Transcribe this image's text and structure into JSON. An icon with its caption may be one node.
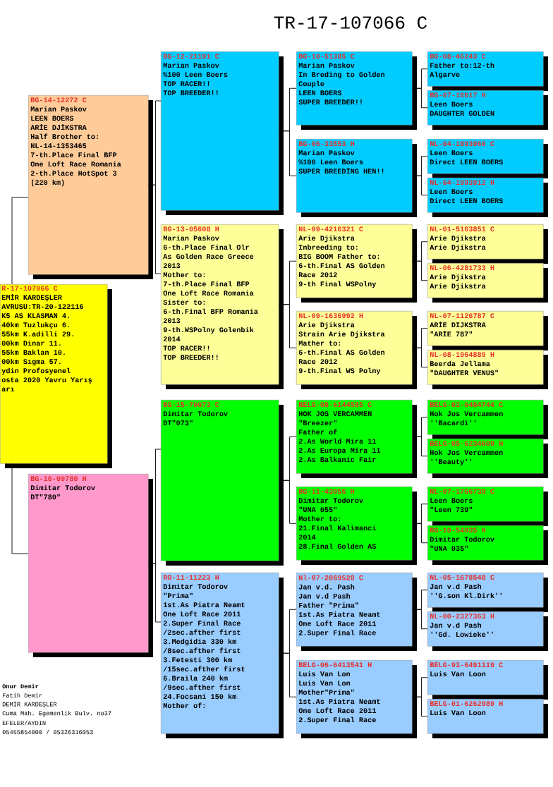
{
  "diagram": {
    "title": "TR-17-107066 C",
    "nodes": [
      {
        "text": [
          "R-17-107066 C",
          "EMİR KARDEŞLER",
          "AVRUSU:TR-20-122116",
          "K5 AS KLASMAN 4.",
          "40km Tuzlukçu 6.",
          "55km K.adilli 29.",
          "00km Dinar 11.",
          "55km Baklan 10.",
          "00km Sıgma 57.",
          "ydin Profosyenel",
          "osta 2020 Yavru Yarış",
          "arı"
        ]
      },
      {
        "text": [
          "BG-14-12272 C",
          "Marian Paskov",
          "LEEN BOERS",
          "ARİE DJİKSTRA",
          "Half Brother to:",
          "NL-14-1353465",
          "7-th.Place Final BFP",
          "One Loft Race Romania",
          "2-th.Place HotSpot 3",
          "(220 km)"
        ]
      },
      {
        "text": [
          "BG-16-09780 H",
          "Dimitar Todorov",
          "DT\"780\""
        ]
      },
      {
        "text": [
          "BG-12-21191 C",
          "Marian Paskov",
          "%100 Leen Boers",
          "TOP RACER!!",
          "TOP BREEDER!!"
        ]
      },
      {
        "text": [
          "BG-13-05608 H",
          "Marian Paskov",
          "6-th.Place Final Olr",
          "As Golden Race Greece",
          "2013",
          "Mother to:",
          "7-th.Place Final BFP",
          "One Loft Race Romania",
          "Sister to:",
          "6-th.Final BFP Romania",
          "2013",
          "9-th.WSPolny Golenbik",
          "2014",
          "TOP RACER!!",
          "TOP BREEDER!!"
        ]
      },
      {
        "text": [
          "BG-15-70073 C",
          "Dimitar Todorov",
          "DT\"073\""
        ]
      },
      {
        "text": [
          "RO-11-11223 H",
          "Dimitar Todorov",
          "\"Prima\"",
          "1st.As Piatra Neamt",
          "One Loft Race 2011",
          "2.Super Final Race",
          "/2sec.afther first",
          "3.Medgidia 330 km",
          "/8sec.afther first",
          "3.Fetesti 300 km",
          "/15sec.afther first",
          "6.Braila 240 km",
          "/9sec.afther first",
          "24.Focsani 150 km",
          "Mother of:"
        ]
      },
      {
        "text": [
          "BG-10-51385 C",
          "Marian Paskov",
          "In Breding to Golden",
          "Couple",
          "LEEN BOERS",
          "SUPER BREEDER!!"
        ]
      },
      {
        "text": [
          "BG-06-33553 H",
          "Marian Paskov",
          "%100 Leen Boers",
          "SUPER BREEDİNG HEN!!"
        ]
      },
      {
        "text": [
          "NL-09-4216321 C",
          "Arie Djikstra",
          "Inbreeding to:",
          "BIG BOOM Father to:",
          "6-th.Final AS Golden",
          "Race 2012",
          "9-th Final WSPolny"
        ]
      },
      {
        "text": [
          "NL-09-1636992 H",
          "Arie Djikstra",
          "Strain Arie Djikstra",
          "Mather to:",
          "6-th.Final AS Golden",
          "Race 2012",
          "9-th.Final WS Polny"
        ]
      },
      {
        "text": [
          "BELG-08-6144585 C",
          "HOK JOS VERCAMMEN",
          "\"Breezer\"",
          "Father of",
          "2.As World Mira 11",
          "2.As Europa Mira 11",
          "2.As Balkanic Fair"
        ]
      },
      {
        "text": [
          "BG-11-43055 H",
          "Dimitar Todorov",
          "\"UNA 055\"",
          "Mother to:",
          "21.Final Kalimanci",
          "2014",
          "28.Final Golden AS"
        ]
      },
      {
        "text": [
          "Nl-07-2069528 C",
          "Jan v.d. Pash",
          "Jan v.d Pash",
          "Father \"Prima\"",
          "1st.As Piatra Neamt",
          "One Loft Race 2011",
          "2.Super Final Race"
        ]
      },
      {
        "text": [
          "BELG-06-6413541 H",
          "Luis Van Lon",
          "Luis Van Lon",
          "Mother\"Prima\"",
          "1st.As Piatra Neamt",
          "One Loft Race 2011",
          "2.Super Final Race"
        ]
      },
      {
        "text": [
          "BG-08-46243 C",
          "Father to:12-th",
          "Algarve"
        ]
      },
      {
        "text": [
          "BG-07-16617 H",
          "Leen Boers",
          "DAUGHTER GOLDEN"
        ]
      },
      {
        "text": [
          "NL-04-1993960 C",
          "Leen Boers",
          "Direct LEEN BOERS"
        ]
      },
      {
        "text": [
          "NL-04-1993912 H",
          "Leen Boers",
          "Direct LEEN BOERS"
        ]
      },
      {
        "text": [
          "NL-01-5163851 C",
          "Arie Djikstra",
          "Arie Djikstra"
        ]
      },
      {
        "text": [
          "NL-06-4281733 H",
          "Arie Djikstra",
          "Arie Djikstra"
        ]
      },
      {
        "text": [
          "NL-07-1126787 C",
          "ARİE DIJKSTRA",
          "\"ARİE 787\""
        ]
      },
      {
        "text": [
          "NL-08-1964889 H",
          "Beerda Jellama",
          "\"DAUGHTER VENUS\""
        ]
      },
      {
        "text": [
          "BELG-03-6484744 C",
          "Hok Jos Vercammen",
          "''Bacardi''"
        ]
      },
      {
        "text": [
          "BELG-05-6234009 H",
          "Hok Jos Vercammen",
          "''Beauty''"
        ]
      },
      {
        "text": [
          "NL-07-1766739 C",
          "Leen Boers",
          "\"Leen 739\""
        ]
      },
      {
        "text": [
          "BG-10-54035 H",
          "Dimitar Todorov",
          "\"UNA 035\""
        ]
      },
      {
        "text": [
          "NL-05-1678548 C",
          "Jan v.d Pash",
          "''G.son Kl.Dirk''"
        ]
      },
      {
        "text": [
          "NL-00-2327363 H",
          "Jan v.d Pash",
          "''Gd. Lowieke''"
        ]
      },
      {
        "text": [
          "BELG-93-6491119 C",
          "Luis Van Loon"
        ]
      },
      {
        "text": [
          "BELG-01-6262989 H",
          "Luis Van Loon"
        ]
      }
    ],
    "edges": [
      {
        "from": 0,
        "to": 1,
        "arrow": "none"
      },
      {
        "from": 0,
        "to": 2,
        "arrow": "none"
      },
      {
        "from": 1,
        "to": 3,
        "arrow": "none"
      },
      {
        "from": 1,
        "to": 4,
        "arrow": "none"
      },
      {
        "from": 2,
        "to": 5,
        "arrow": "none"
      },
      {
        "from": 2,
        "to": 6,
        "arrow": "none"
      },
      {
        "from": 3,
        "to": 7,
        "arrow": "none"
      },
      {
        "from": 3,
        "to": 8,
        "arrow": "none"
      },
      {
        "from": 4,
        "to": 9,
        "arrow": "none"
      },
      {
        "from": 4,
        "to": 10,
        "arrow": "none"
      },
      {
        "from": 5,
        "to": 11,
        "arrow": "none"
      },
      {
        "from": 5,
        "to": 12,
        "arrow": "none"
      },
      {
        "from": 6,
        "to": 13,
        "arrow": "none"
      },
      {
        "from": 6,
        "to": 14,
        "arrow": "none"
      },
      {
        "from": 7,
        "to": 15,
        "arrow": "none"
      },
      {
        "from": 7,
        "to": 16,
        "arrow": "none"
      },
      {
        "from": 8,
        "to": 17,
        "arrow": "none"
      },
      {
        "from": 8,
        "to": 18,
        "arrow": "none"
      },
      {
        "from": 9,
        "to": 19,
        "arrow": "none"
      },
      {
        "from": 9,
        "to": 20,
        "arrow": "none"
      },
      {
        "from": 10,
        "to": 21,
        "arrow": "none"
      },
      {
        "from": 10,
        "to": 22,
        "arrow": "none"
      },
      {
        "from": 11,
        "to": 23,
        "arrow": "none"
      },
      {
        "from": 11,
        "to": 24,
        "arrow": "none"
      },
      {
        "from": 12,
        "to": 25,
        "arrow": "none"
      },
      {
        "from": 12,
        "to": 26,
        "arrow": "none"
      },
      {
        "from": 13,
        "to": 27,
        "arrow": "none"
      },
      {
        "from": 13,
        "to": 28,
        "arrow": "none"
      },
      {
        "from": 14,
        "to": 29,
        "arrow": "none"
      },
      {
        "from": 14,
        "to": 30,
        "arrow": "none"
      }
    ],
    "labels": [
      "Onur Demir",
      "Fatih Demir",
      "DEMİR KARDEŞLER",
      "Cuma Mah. Egemenlik Bulv. no37",
      "EFELER/AYDIN",
      "05455854000 / 05326316053"
    ]
  }
}
